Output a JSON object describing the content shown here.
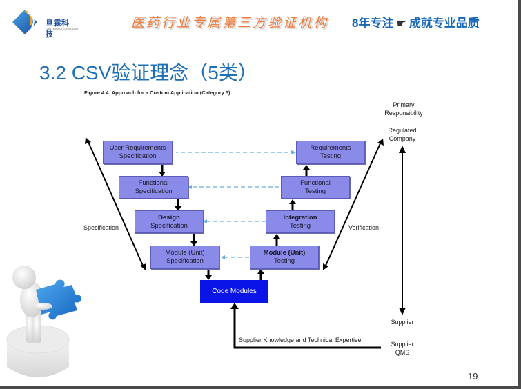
{
  "header": {
    "logo_text": "旦霖科技",
    "logo_subtext": "DANTE BIO-TECHNOLOGY",
    "slogan": "医药行业专属第三方验证机构",
    "tagline_left": "8年专注",
    "tagline_icon": "pointing-hand-icon",
    "tagline_right": "成就专业品质"
  },
  "slide": {
    "title": "3.2  CSV验证理念（5类）",
    "figure_caption": "Figure 4.4: Approach for a Custom Application (Category 5)",
    "page_number": "19"
  },
  "diagram": {
    "spec_boxes": [
      {
        "line1": "User Requirements",
        "line2": "Specification"
      },
      {
        "line1": "Functional",
        "line2": "Specification"
      },
      {
        "line1": "Design",
        "line2": "Specification"
      },
      {
        "line1": "Module (Unit)",
        "line2": "Specification"
      }
    ],
    "test_boxes": [
      {
        "line1": "Requirements",
        "line2": "Testing"
      },
      {
        "line1": "Functional",
        "line2": "Testing"
      },
      {
        "line1": "Integration",
        "line2": "Testing"
      },
      {
        "line1": "Module (Unit)",
        "line2": "Testing"
      }
    ],
    "code_modules": "Code Modules",
    "left_axis_label": "Specification",
    "right_axis_label": "Verification",
    "supplier_arrow_label": "Supplier Knowledge and Technical Expertise",
    "responsibility": {
      "heading_line1": "Primary",
      "heading_line2": "Responsibility",
      "top_line1": "Regulated",
      "top_line2": "Company",
      "bottom": "Supplier",
      "qms_line1": "Supplier",
      "qms_line2": "QMS"
    },
    "colors": {
      "box_fill": "#8a8ae8",
      "code_fill": "#0a14e6",
      "dashed_link": "#6aaee0",
      "arrow": "#000000"
    }
  }
}
